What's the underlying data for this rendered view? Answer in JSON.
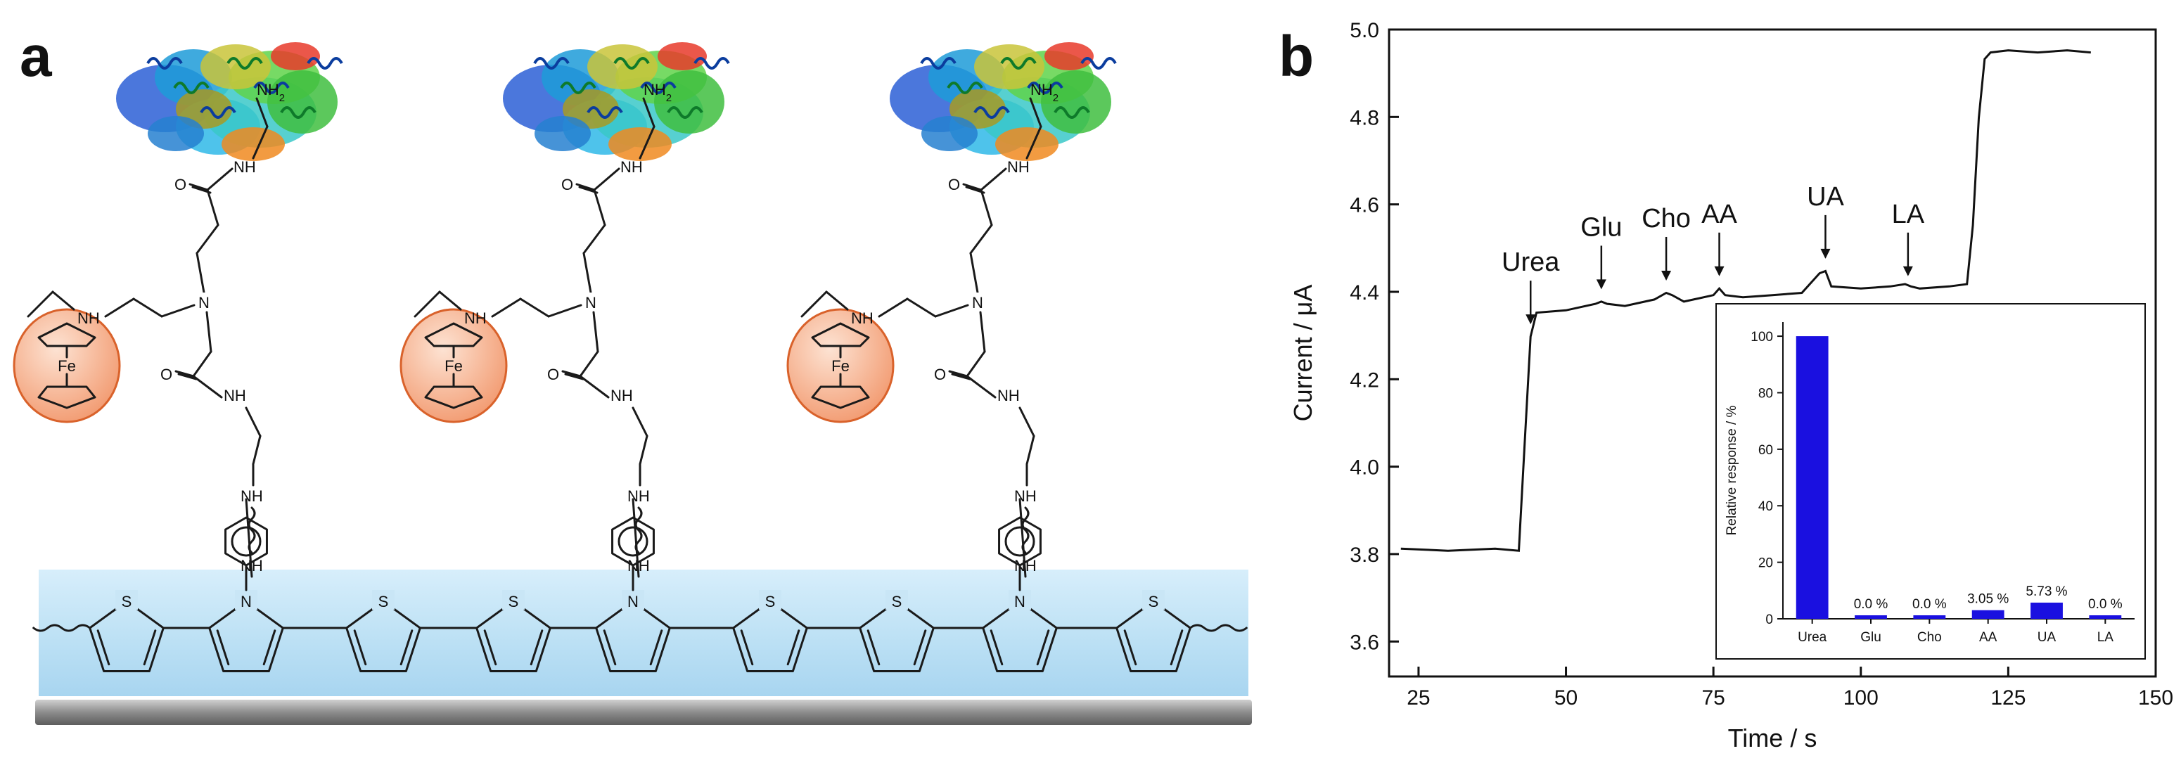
{
  "panels": {
    "a": {
      "letter": "a",
      "atoms": {
        "nh2": "NH2",
        "nh": "NH",
        "n": "N",
        "o": "O",
        "s": "S",
        "fe": "Fe"
      }
    },
    "b": {
      "letter": "b"
    }
  },
  "colors": {
    "main_trace": "#111111",
    "inset_bars": "#1a10e0",
    "ferrocene_fill": "#f6b08f",
    "ferrocene_edge": "#d9622b",
    "film": "#bfe2f5",
    "electrode": "#9a9a9a"
  },
  "chart_data": [
    {
      "type": "line",
      "xlabel": "Time / s",
      "ylabel": "Current / μA",
      "xlim": [
        20,
        150
      ],
      "ylim": [
        3.52,
        5.0
      ],
      "xticks": [
        25,
        50,
        75,
        100,
        125,
        150
      ],
      "yticks": [
        3.6,
        3.8,
        4.0,
        4.2,
        4.4,
        4.6,
        4.8,
        5.0
      ],
      "grid": false,
      "series": [
        {
          "x": [
            22,
            30,
            38,
            42,
            43,
            44,
            45,
            50,
            55,
            56,
            57,
            60,
            65,
            67,
            68,
            70,
            75,
            76,
            77,
            80,
            85,
            90,
            93,
            94,
            95,
            100,
            105,
            107.5,
            108.5,
            110,
            115,
            118,
            119,
            120,
            121,
            122,
            125,
            130,
            135,
            139
          ],
          "y": [
            3.81,
            3.81,
            3.81,
            3.81,
            4.05,
            4.3,
            4.35,
            4.36,
            4.37,
            4.38,
            4.37,
            4.37,
            4.38,
            4.4,
            4.39,
            4.38,
            4.39,
            4.41,
            4.39,
            4.39,
            4.39,
            4.4,
            4.44,
            4.45,
            4.41,
            4.41,
            4.41,
            4.42,
            4.41,
            4.41,
            4.41,
            4.42,
            4.55,
            4.8,
            4.93,
            4.95,
            4.95,
            4.95,
            4.95,
            4.95
          ]
        }
      ],
      "annotations": [
        {
          "label": "Urea",
          "x": 44
        },
        {
          "label": "Glu",
          "x": 56
        },
        {
          "label": "Cho",
          "x": 67
        },
        {
          "label": "AA",
          "x": 76
        },
        {
          "label": "UA",
          "x": 94
        },
        {
          "label": "LA",
          "x": 108
        }
      ]
    },
    {
      "type": "bar",
      "ylabel": "Relative response / %",
      "ylim": [
        0,
        105
      ],
      "yticks": [
        0,
        20,
        40,
        60,
        80,
        100
      ],
      "categories": [
        "Urea",
        "Glu",
        "Cho",
        "AA",
        "UA",
        "LA"
      ],
      "values": [
        100,
        0.0,
        0.0,
        3.05,
        5.73,
        0.0
      ],
      "value_labels": [
        "",
        "0.0 %",
        "0.0 %",
        "3.05 %",
        "5.73 %",
        "0.0 %"
      ]
    }
  ]
}
